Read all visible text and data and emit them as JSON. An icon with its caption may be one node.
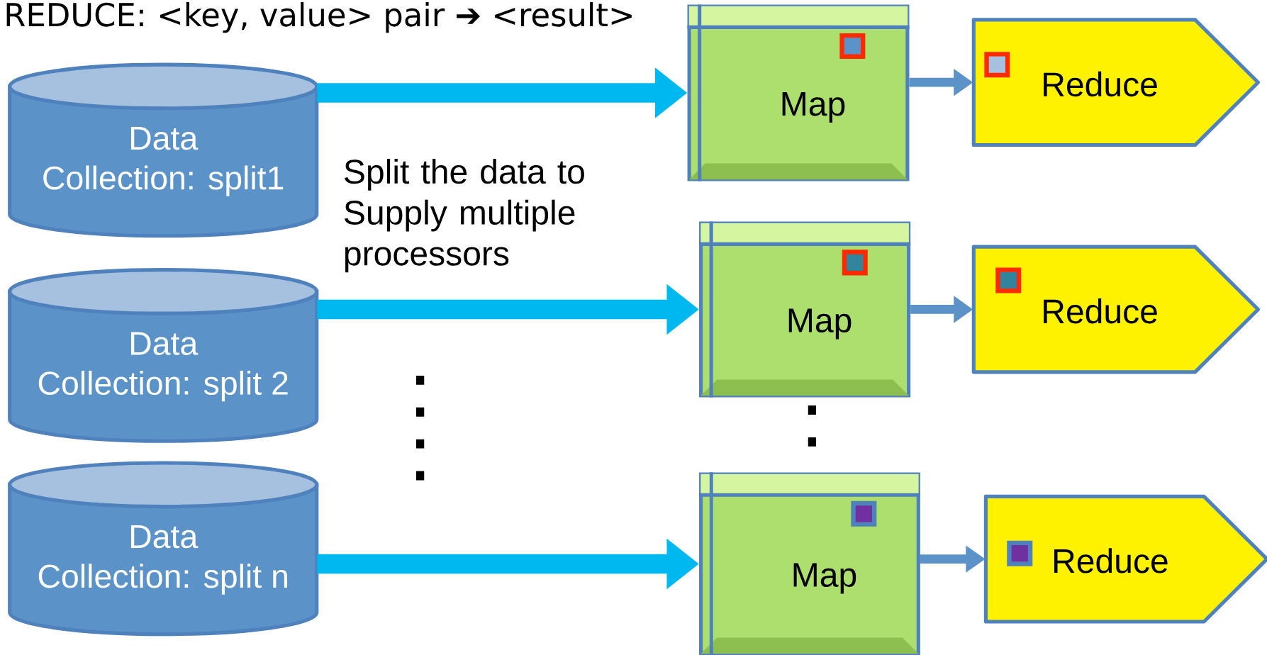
{
  "diagram": {
    "title": "REDUCE: <key, value> pair ➔ <result>",
    "nodes": [
      {
        "text": [
          "Data Collection: split1"
        ]
      },
      {
        "text": [
          "Map"
        ]
      },
      {
        "text": [
          "Reduce"
        ]
      },
      {
        "text": [
          "Data Collection: split 2"
        ]
      },
      {
        "text": [
          "Map"
        ]
      },
      {
        "text": [
          "Reduce"
        ]
      },
      {
        "text": [
          "Data Collection: split n"
        ]
      },
      {
        "text": [
          "Map"
        ]
      },
      {
        "text": [
          "Reduce"
        ]
      }
    ],
    "edges": [
      {
        "from": 0,
        "to": 1,
        "arrow": "to",
        "style": "thick",
        "color": "#00b8f0"
      },
      {
        "from": 1,
        "to": 2,
        "arrow": "to",
        "color": "#5b93c8"
      },
      {
        "from": 3,
        "to": 4,
        "arrow": "to",
        "style": "thick",
        "color": "#00b8f0"
      },
      {
        "from": 4,
        "to": 5,
        "arrow": "to",
        "color": "#5b93c8"
      },
      {
        "from": 6,
        "to": 7,
        "arrow": "to",
        "style": "thick",
        "color": "#00b8f0"
      },
      {
        "from": 7,
        "to": 8,
        "arrow": "to",
        "color": "#5b93c8"
      }
    ],
    "labels": [
      "Split the data to Supply multiple processors"
    ]
  }
}
